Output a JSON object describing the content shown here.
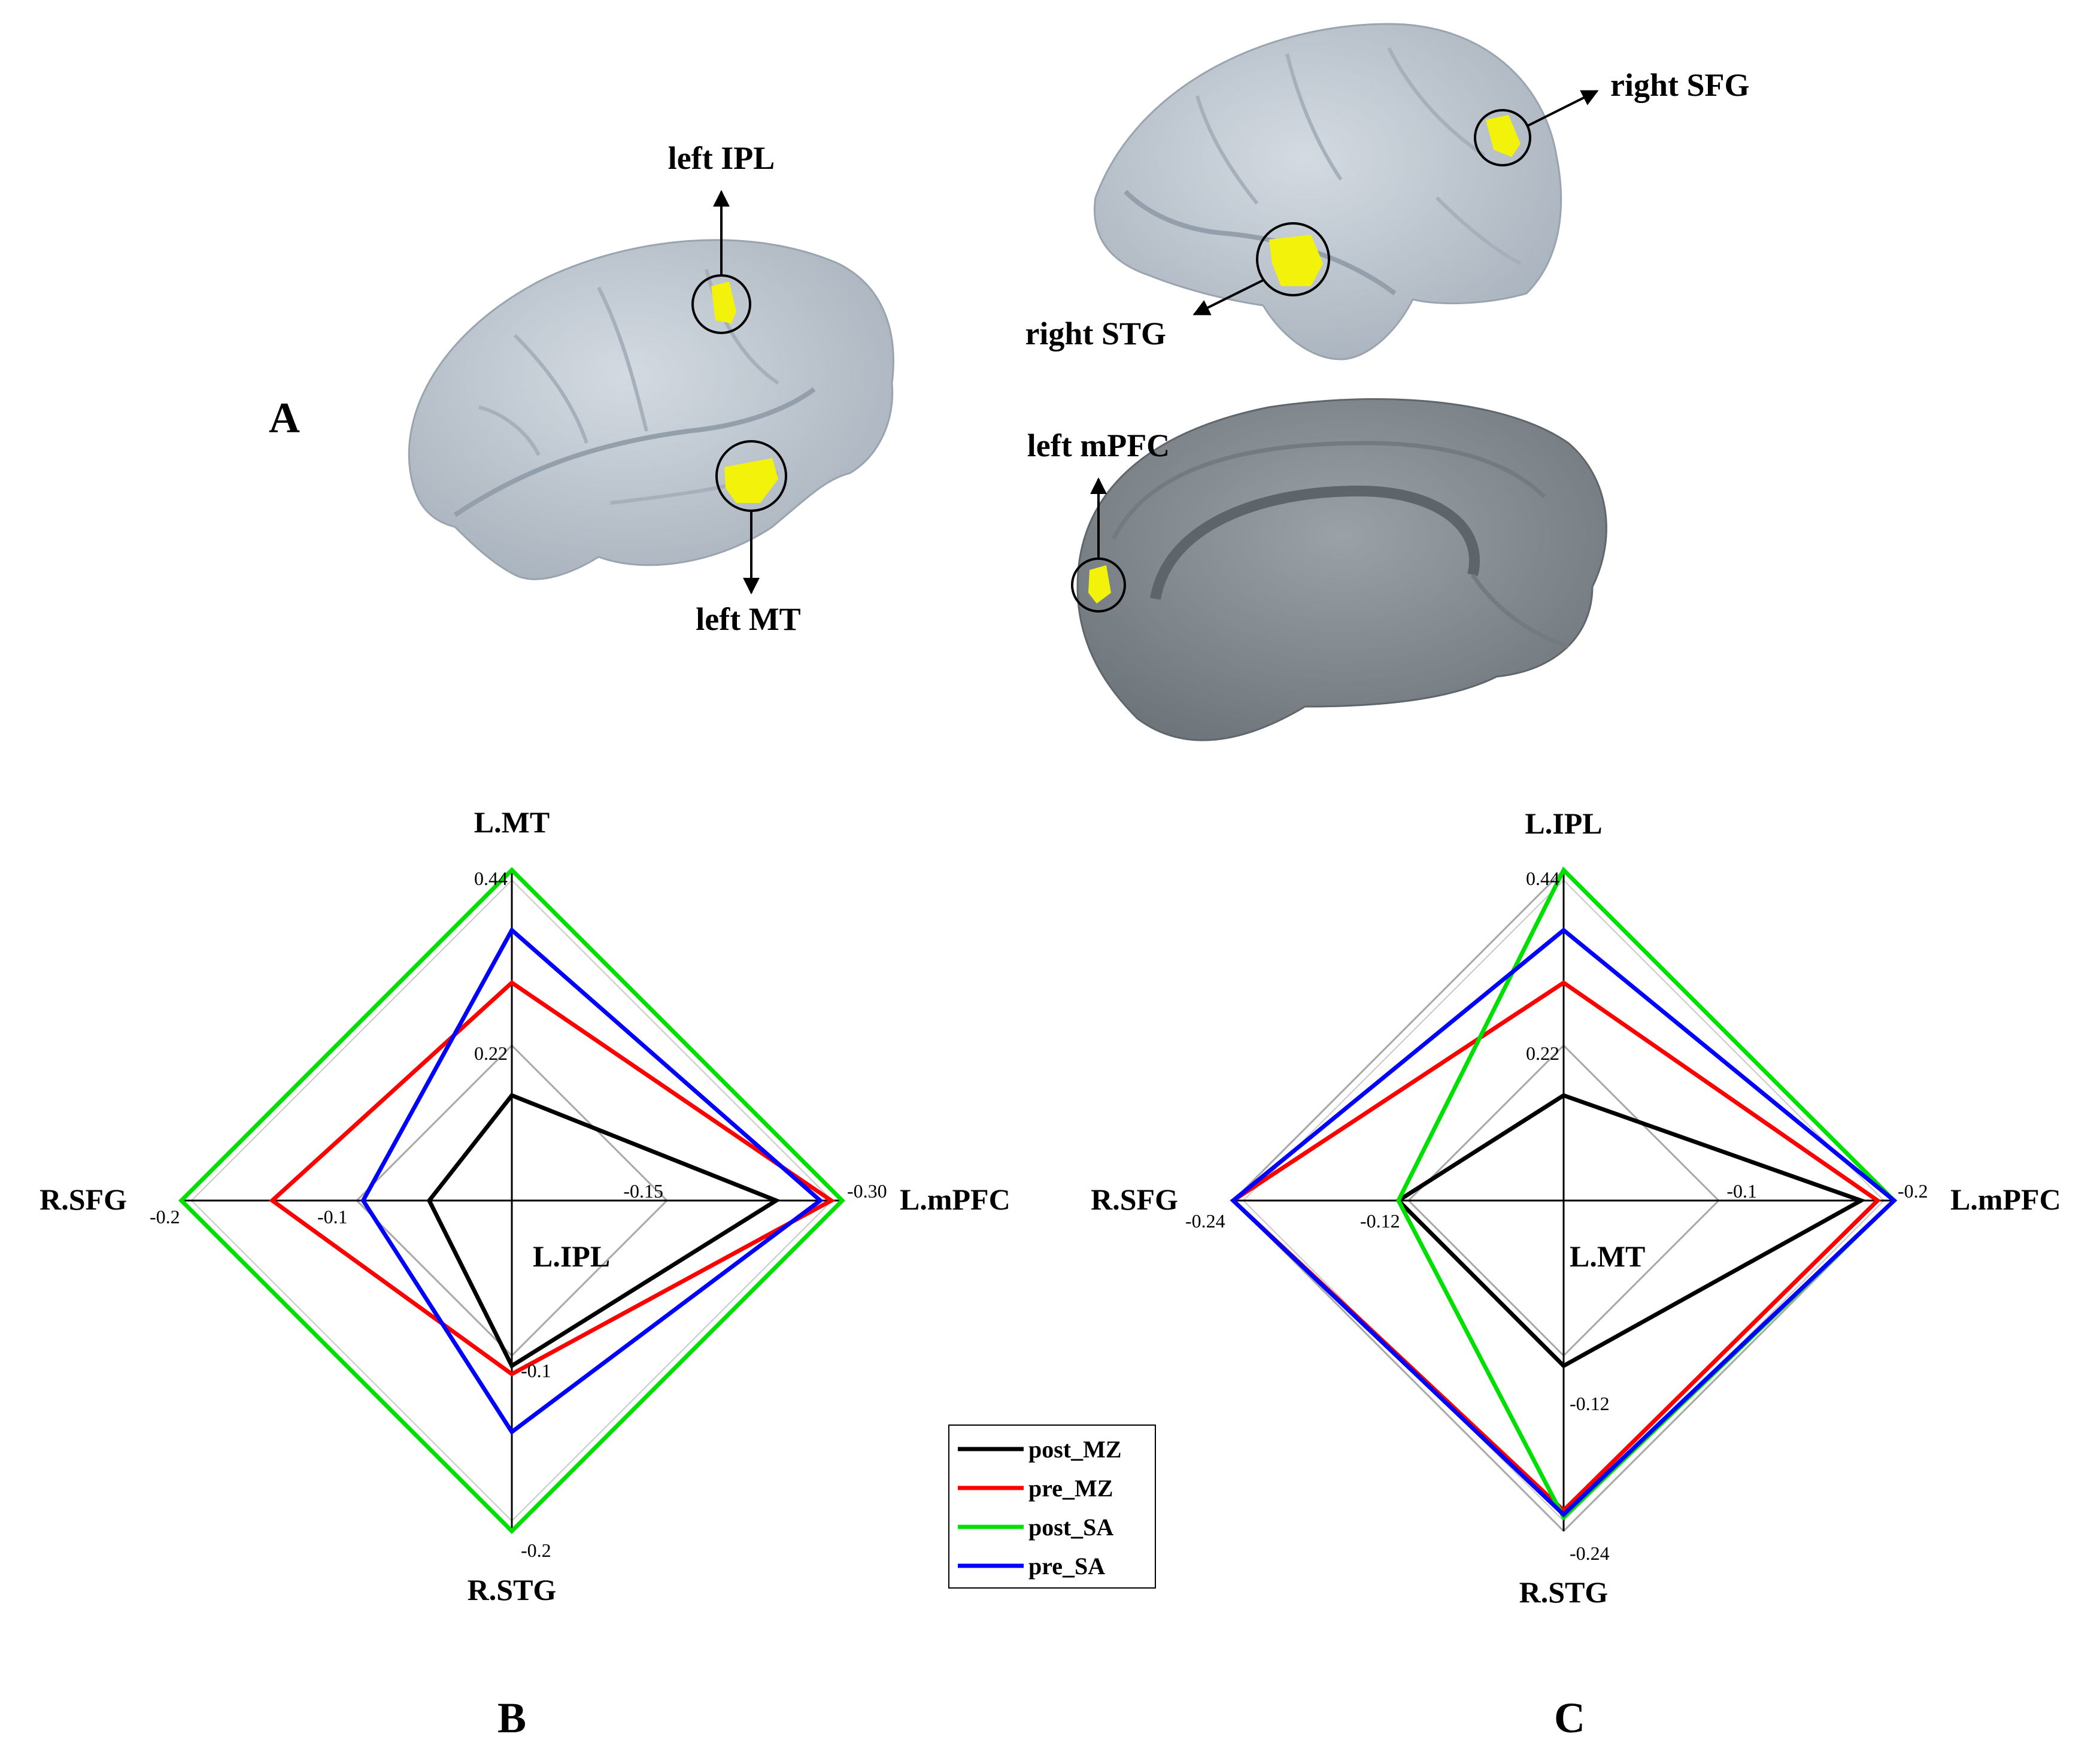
{
  "panels": {
    "a": "A",
    "b": "B",
    "c": "C"
  },
  "brain_regions": {
    "left_ipl": "left IPL",
    "left_mt": "left MT",
    "right_sfg": "right SFG",
    "right_stg": "right STG",
    "left_mpfc": "left mPFC"
  },
  "colors": {
    "highlight": "#f2f20a",
    "lateral_surface": "#c4ccd6",
    "medial_surface": "#8a9298",
    "post_MZ": "#000000",
    "pre_MZ": "#ff0000",
    "post_SA": "#00e000",
    "pre_SA": "#0000ff",
    "grid": "#a8a8a8"
  },
  "legend": [
    "post_MZ",
    "pre_MZ",
    "post_SA",
    "pre_SA"
  ],
  "chart_data": [
    {
      "type": "radar",
      "panel": "B",
      "center_label": "L.IPL",
      "axes": [
        "L.MT",
        "L.mPFC",
        "R.STG",
        "R.SFG"
      ],
      "axis_max_label": [
        "0.44",
        "-0.30",
        "-0.2",
        "-0.2"
      ],
      "axis_mid_label": [
        "0.22",
        "-0.15",
        "-0.1",
        "-0.1"
      ],
      "scale_max": [
        0.44,
        -0.3,
        -0.2,
        -0.2
      ],
      "series": [
        {
          "name": "post_MZ",
          "values": [
            0.14,
            -0.24,
            -0.1,
            -0.05
          ]
        },
        {
          "name": "pre_MZ",
          "values": [
            0.29,
            -0.29,
            -0.105,
            -0.145
          ]
        },
        {
          "name": "post_SA",
          "values": [
            0.44,
            -0.3,
            -0.2,
            -0.2
          ]
        },
        {
          "name": "pre_SA",
          "values": [
            0.36,
            -0.28,
            -0.14,
            -0.09
          ]
        }
      ]
    },
    {
      "type": "radar",
      "panel": "C",
      "center_label": "L.MT",
      "axes": [
        "L.IPL",
        "L.mPFC",
        "R.STG",
        "R.SFG"
      ],
      "axis_max_label": [
        "0.44",
        "-0.2",
        "-0.24",
        "-0.24"
      ],
      "axis_mid_label": [
        "0.22",
        "-0.1",
        "-0.12",
        "-0.12"
      ],
      "scale_max": [
        0.44,
        -0.2,
        -0.24,
        -0.24
      ],
      "series": [
        {
          "name": "post_MZ",
          "values": [
            0.14,
            -0.18,
            -0.12,
            -0.12
          ]
        },
        {
          "name": "pre_MZ",
          "values": [
            0.29,
            -0.19,
            -0.225,
            -0.24
          ]
        },
        {
          "name": "post_SA",
          "values": [
            0.44,
            -0.2,
            -0.23,
            -0.12
          ]
        },
        {
          "name": "pre_SA",
          "values": [
            0.36,
            -0.2,
            -0.228,
            -0.24
          ]
        }
      ]
    }
  ]
}
